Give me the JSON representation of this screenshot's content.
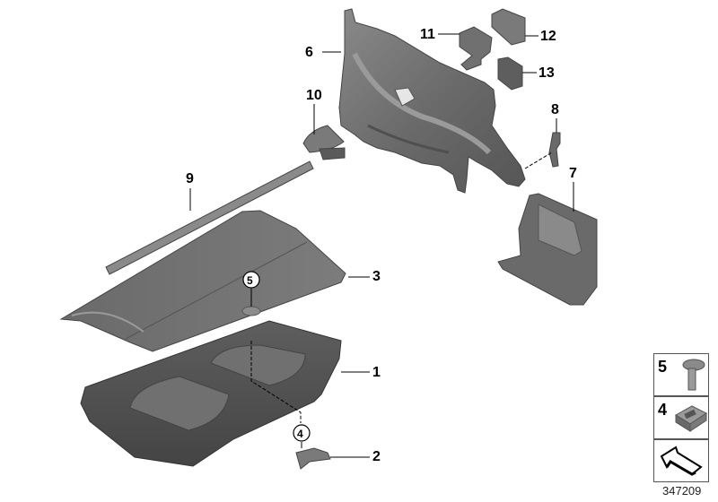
{
  "diagram": {
    "type": "exploded-parts-diagram",
    "part_color": "#6e6e6e",
    "part_dark_color": "#4a4a4a",
    "part_light_color": "#8c8c8c",
    "callouts": [
      {
        "number": "1",
        "label": "1"
      },
      {
        "number": "2",
        "label": "2"
      },
      {
        "number": "3",
        "label": "3"
      },
      {
        "number": "4",
        "label": "4",
        "circled": true
      },
      {
        "number": "5",
        "label": "5",
        "circled": true
      },
      {
        "number": "6",
        "label": "6"
      },
      {
        "number": "7",
        "label": "7"
      },
      {
        "number": "8",
        "label": "8"
      },
      {
        "number": "9",
        "label": "9"
      },
      {
        "number": "10",
        "label": "10"
      },
      {
        "number": "11",
        "label": "11"
      },
      {
        "number": "12",
        "label": "12"
      },
      {
        "number": "13",
        "label": "13"
      }
    ],
    "legend": [
      {
        "number": "5",
        "part": "clip-screw-icon"
      },
      {
        "number": "4",
        "part": "clip-nut-icon"
      },
      {
        "number": "",
        "part": "arrow-icon"
      }
    ],
    "document_id": "347209"
  }
}
